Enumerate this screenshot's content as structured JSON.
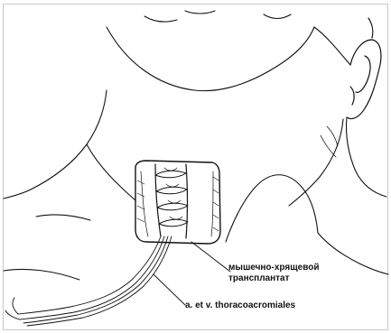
{
  "labels": {
    "graft_line1": "мышечно-хрящевой",
    "graft_line2": "трансплантат",
    "vessels": "a. et v. thoracoacromiales"
  },
  "colors": {
    "ink": "#111111",
    "frame": "#c8c8c8",
    "background": "#ffffff"
  }
}
